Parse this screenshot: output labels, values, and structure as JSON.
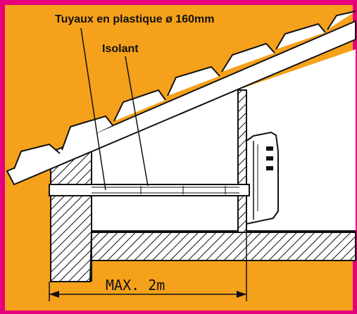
{
  "labels": {
    "pipe": "Tuyaux en plastique ø 160mm",
    "insulation": "Isolant",
    "max_distance": "MAX. 2m"
  },
  "colors": {
    "border": "#e6007e",
    "background": "#f6a11b",
    "wall_fill": "#ffffff",
    "line": "#111111"
  }
}
